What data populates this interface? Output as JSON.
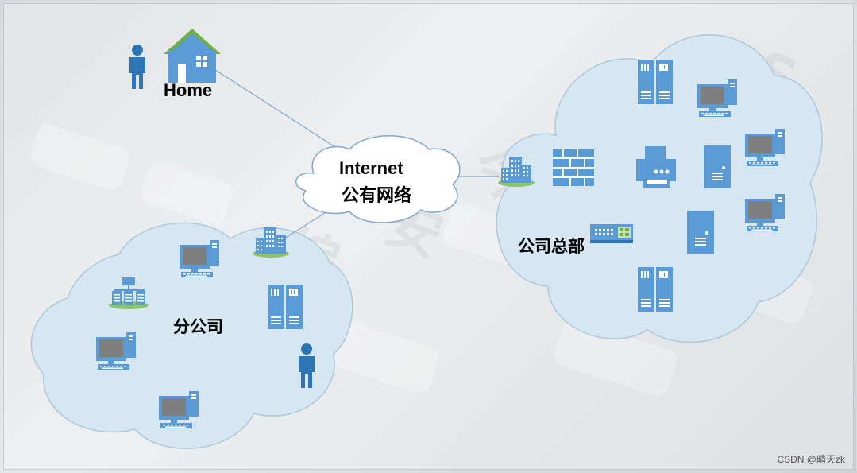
{
  "diagram": {
    "nodes": {
      "home": {
        "label": "Home"
      },
      "internet": {
        "title": "Internet",
        "subtitle": "公有网络"
      },
      "branch_office": {
        "label": "分公司"
      },
      "headquarters": {
        "label": "公司总部"
      }
    },
    "edges": [
      {
        "from": "home",
        "to": "internet"
      },
      {
        "from": "branch_office",
        "to": "internet"
      },
      {
        "from": "internet",
        "to": "headquarters"
      }
    ],
    "colors": {
      "cloud_fill": "#d6e7f2",
      "cloud_stroke": "#a9c9df",
      "internet_fill": "#ffffff",
      "icon_blue": "#5b9bd5",
      "icon_dark": "#2e75b6",
      "house_roof": "#70ad47",
      "link_line": "#7fa7cc",
      "monitor_screen": "#7f7f7f"
    }
  },
  "watermark": "CSDN @晴天zk"
}
